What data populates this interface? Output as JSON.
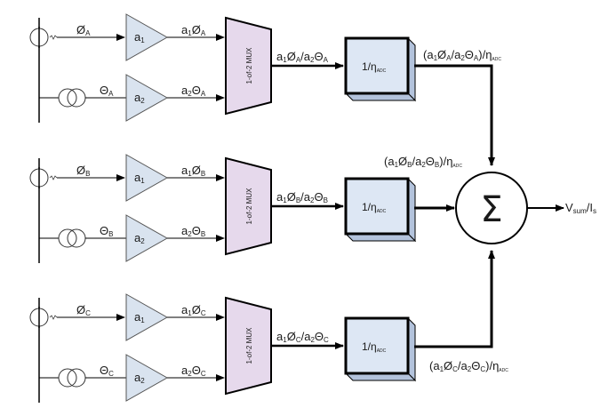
{
  "diagram": {
    "title": "",
    "colors": {
      "amplifier_fill": "#d9e3ef",
      "mux_fill": "#e6d9ec",
      "adc_front": "#dde7f4",
      "adc_side": "#b3c3dc",
      "line": "#000000"
    },
    "channels": [
      {
        "id": "A",
        "phi_input": {
          "base": "Ø",
          "sub": "A"
        },
        "theta_input": {
          "base": "Θ",
          "sub": "A"
        },
        "amp1": {
          "base": "a",
          "sub": "1"
        },
        "amp2": {
          "base": "a",
          "sub": "2"
        },
        "amp1_out": {
          "p1": "a",
          "s1": "1",
          "p2": "Ø",
          "s2": "A"
        },
        "amp2_out": {
          "p1": "a",
          "s1": "2",
          "p2": "Θ",
          "s2": "A"
        },
        "mux_label": "1-of-2 MUX",
        "mux_out": {
          "p1": "a",
          "s1": "1",
          "p2": "Ø",
          "s2": "A",
          "p3": "/a",
          "s3": "2",
          "p4": "Θ",
          "s4": "A"
        },
        "adc": {
          "main": "1/η",
          "sub": "ADC"
        },
        "adc_out": {
          "p0": "(a",
          "s1": "1",
          "p2": "Ø",
          "s2": "A",
          "p3": "/a",
          "s3": "2",
          "p4": "Θ",
          "s4": "A",
          "p5": ")/η",
          "s5": "ADC"
        }
      },
      {
        "id": "B",
        "phi_input": {
          "base": "Ø",
          "sub": "B"
        },
        "theta_input": {
          "base": "Θ",
          "sub": "B"
        },
        "amp1": {
          "base": "a",
          "sub": "1"
        },
        "amp2": {
          "base": "a",
          "sub": "2"
        },
        "amp1_out": {
          "p1": "a",
          "s1": "1",
          "p2": "Ø",
          "s2": "B"
        },
        "amp2_out": {
          "p1": "a",
          "s1": "2",
          "p2": "Θ",
          "s2": "B"
        },
        "mux_label": "1-of-2 MUX",
        "mux_out": {
          "p1": "a",
          "s1": "1",
          "p2": "Ø",
          "s2": "B",
          "p3": "/a",
          "s3": "2",
          "p4": "Θ",
          "s4": "B"
        },
        "adc": {
          "main": "1/η",
          "sub": "ADC"
        },
        "adc_out": {
          "p0": "(a",
          "s1": "1",
          "p2": "Ø",
          "s2": "B",
          "p3": "/a",
          "s3": "2",
          "p4": "Θ",
          "s4": "B",
          "p5": ")/η",
          "s5": "ADC"
        }
      },
      {
        "id": "C",
        "phi_input": {
          "base": "Ø",
          "sub": "C"
        },
        "theta_input": {
          "base": "Θ",
          "sub": "C"
        },
        "amp1": {
          "base": "a",
          "sub": "1"
        },
        "amp2": {
          "base": "a",
          "sub": "2"
        },
        "amp1_out": {
          "p1": "a",
          "s1": "1",
          "p2": "Ø",
          "s2": "C"
        },
        "amp2_out": {
          "p1": "a",
          "s1": "2",
          "p2": "Θ",
          "s2": "C"
        },
        "mux_label": "1-of-2 MUX",
        "mux_out": {
          "p1": "a",
          "s1": "1",
          "p2": "Ø",
          "s2": "C",
          "p3": "/a",
          "s3": "2",
          "p4": "Θ",
          "s4": "C"
        },
        "adc": {
          "main": "1/η",
          "sub": "ADC"
        },
        "adc_out": {
          "p0": "(a",
          "s1": "1",
          "p2": "Ø",
          "s2": "C",
          "p3": "/a",
          "s3": "2",
          "p4": "Θ",
          "s4": "C",
          "p5": ")/η",
          "s5": "ADC"
        }
      }
    ],
    "summer": {
      "symbol": "Σ"
    },
    "output": {
      "p1": "V",
      "s1": "sum",
      "p2": "/I",
      "s2": "s"
    }
  }
}
